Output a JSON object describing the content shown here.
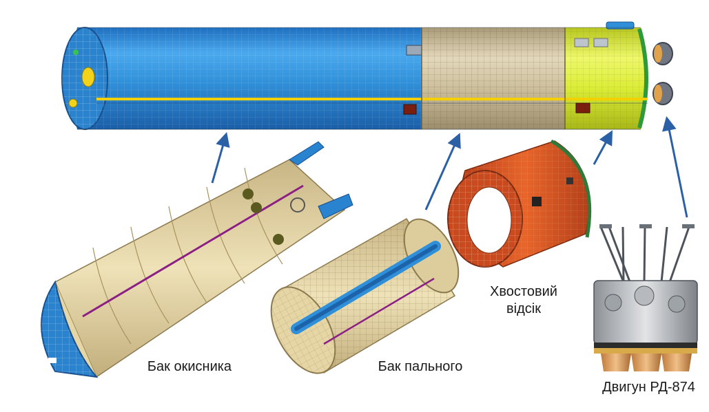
{
  "labels": {
    "oxidizer_tank": "Бак окисника",
    "fuel_tank": "Бак пального",
    "tail_section_line1": "Хвостовий",
    "tail_section_line2": "відсік",
    "engine": "Двигун РД-874"
  },
  "colors": {
    "oxidizer_section": "#2f8fd8",
    "fuel_section": "#cdbf9c",
    "tail_section": "#e0f03a",
    "tail_module": "#d9531e",
    "tank_interior": "#e9d9a8",
    "arrow": "#2b5fa6",
    "stripe": "#f4d000"
  }
}
